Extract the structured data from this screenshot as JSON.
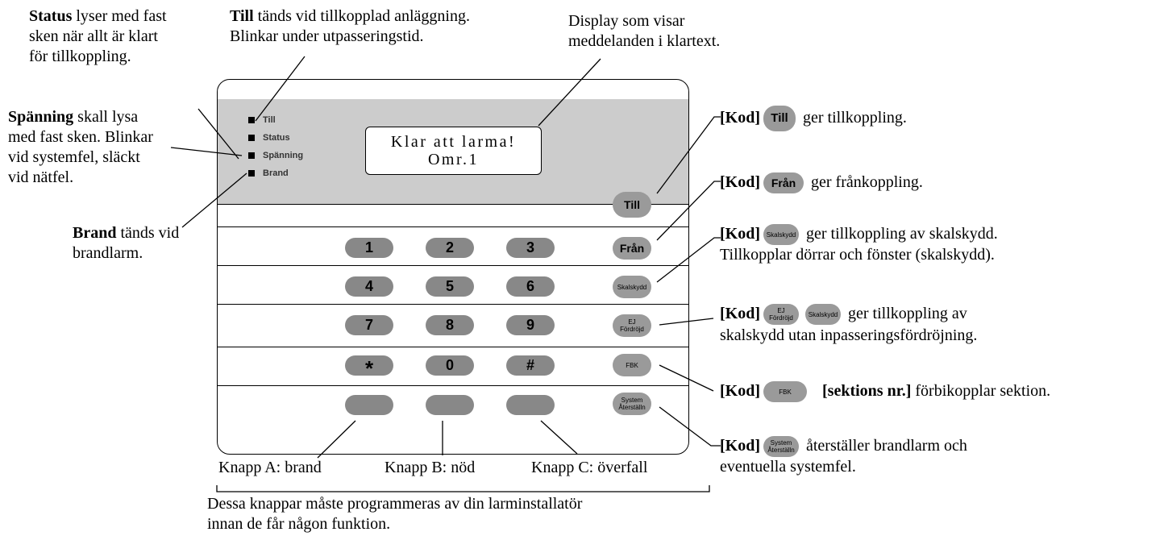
{
  "leds": [
    {
      "label": "Till"
    },
    {
      "label": "Status"
    },
    {
      "label": "Spänning"
    },
    {
      "label": "Brand"
    }
  ],
  "display": {
    "line1": "Klar att larma!",
    "line2": "Omr.1"
  },
  "keypad": {
    "rows": [
      [
        "1",
        "2",
        "3"
      ],
      [
        "4",
        "5",
        "6"
      ],
      [
        "7",
        "8",
        "9"
      ],
      [
        "*",
        "0",
        "#"
      ],
      [
        "",
        "",
        ""
      ]
    ]
  },
  "function_keys": {
    "till": "Till",
    "fran": "Från",
    "skalskydd": "Skalskydd",
    "ej": "EJ",
    "fordrojd": "Fördröjd",
    "fbk": "FBK",
    "system": "System",
    "aterstall": "Återställn"
  },
  "callouts": {
    "status": {
      "bold": "Status",
      "text1": " lyser med fast",
      "text2": "sken när allt är klart",
      "text3": "för tillkoppling."
    },
    "till": {
      "bold": "Till",
      "text1": " tänds vid tillkopplad anläggning.",
      "text2": "Blinkar under utpasseringstid."
    },
    "display": {
      "line1": "Display som visar",
      "line2": "meddelanden i klartext."
    },
    "spanning": {
      "bold": "Spänning",
      "text1": " skall lysa",
      "text2": "med fast sken. Blinkar",
      "text3": "vid systemfel, släckt",
      "text4": "vid nätfel."
    },
    "brand": {
      "bold": "Brand",
      "text1": " tänds vid",
      "text2": "brandlarm."
    },
    "kod": "[Kod]",
    "r1": " ger tillkoppling.",
    "r2": " ger frånkoppling.",
    "r3a": " ger tillkoppling av skalskydd.",
    "r3b": "Tillkopplar dörrar och fönster (skalskydd).",
    "r4a": " ger tillkoppling av",
    "r4b": "skalskydd utan inpasseringsfördröjning.",
    "r5bold": "[sektions nr.]",
    "r5": " förbikopplar sektion.",
    "r6a": " återställer brandlarm och",
    "r6b": "eventuella systemfel."
  },
  "bottom": {
    "knapp_a": "Knapp A: brand",
    "knapp_b": "Knapp B: nöd",
    "knapp_c": "Knapp C: överfall",
    "note1": "Dessa knappar måste programmeras av din larminstallatör",
    "note2": "innan de får någon funktion."
  }
}
